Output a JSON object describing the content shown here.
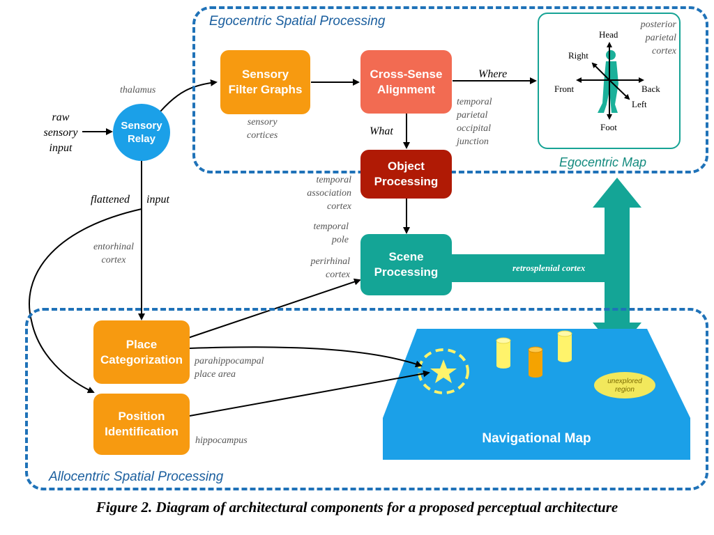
{
  "regions": {
    "egocentric": "Egocentric Spatial Processing",
    "allocentric": "Allocentric Spatial Processing"
  },
  "nodes": {
    "sensory_relay": "Sensory\nRelay",
    "sensory_filter": "Sensory\nFilter Graphs",
    "cross_sense": "Cross-Sense\nAlignment",
    "object_processing": "Object\nProcessing",
    "scene_processing": "Scene\nProcessing",
    "place_categorization": "Place\nCategorization",
    "position_identification": "Position\nIdentification",
    "navigational_map": "Navigational Map"
  },
  "egocentric_map": {
    "title": "Egocentric Map",
    "head": "Head",
    "foot": "Foot",
    "front": "Front",
    "back": "Back",
    "right": "Right",
    "left": "Left"
  },
  "flow_labels": {
    "raw_input": "raw\nsensory\ninput",
    "flattened": "flattened",
    "input": "input",
    "where": "Where",
    "what": "What"
  },
  "annotations": {
    "thalamus": "thalamus",
    "sensory_cortices": "sensory\ncortices",
    "tpoj": "temporal\nparietal\noccipital\njunction",
    "posterior_parietal": "posterior\nparietal\ncortex",
    "temporal_association": "temporal\nassociation\ncortex",
    "temporal_pole": "temporal\npole",
    "perirhinal": "perirhinal\ncortex",
    "entorhinal": "entorhinal\ncortex",
    "retrosplenial": "retrosplenial cortex",
    "parahippocampal": "parahippocampal\nplace area",
    "hippocampus": "hippocampus",
    "unexplored": "unexplored\nregion"
  },
  "colors": {
    "orange": "#f79a10",
    "salmon": "#f26b52",
    "dark_red": "#b01a05",
    "teal": "#14a596",
    "blue": "#1ba0e8",
    "dashed_border": "#1f72b8"
  },
  "caption": "Figure 2. Diagram of architectural components for a proposed perceptual architecture"
}
